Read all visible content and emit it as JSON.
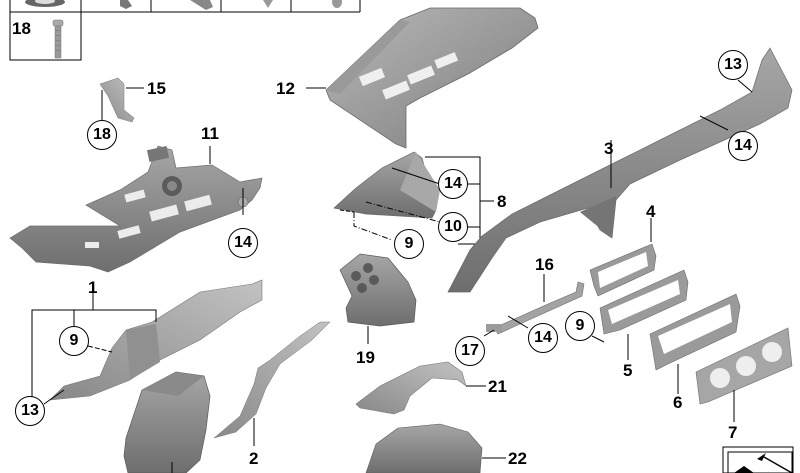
{
  "diagram": {
    "title": "Instrument panel trim parts (exploded view)",
    "part_color": "#8e8e8e",
    "part_color_light": "#b4b4b4",
    "part_color_dark": "#6a6a6a",
    "top_table": {
      "cells": [
        "",
        "",
        "",
        "",
        ""
      ],
      "item_18_label": "18"
    },
    "labels": {
      "p1": "1",
      "p2": "2",
      "p3": "3",
      "p4": "4",
      "p5": "5",
      "p6": "6",
      "p7": "7",
      "p8": "8",
      "p11": "11",
      "p12": "12",
      "p15": "15",
      "p16": "16",
      "p19": "19",
      "p21": "21",
      "p22": "22"
    },
    "circled": {
      "c13_top": "13",
      "c14_right": "14",
      "c14_group8": "14",
      "c10_group8": "10",
      "c9_group8": "9",
      "c18_bracket": "18",
      "c14_panel11": "14",
      "c9_part1": "9",
      "c13_part1": "13",
      "c9_part5": "9",
      "c17": "17",
      "c14_part16": "14"
    },
    "nav_icon": "arrow-back-icon"
  }
}
